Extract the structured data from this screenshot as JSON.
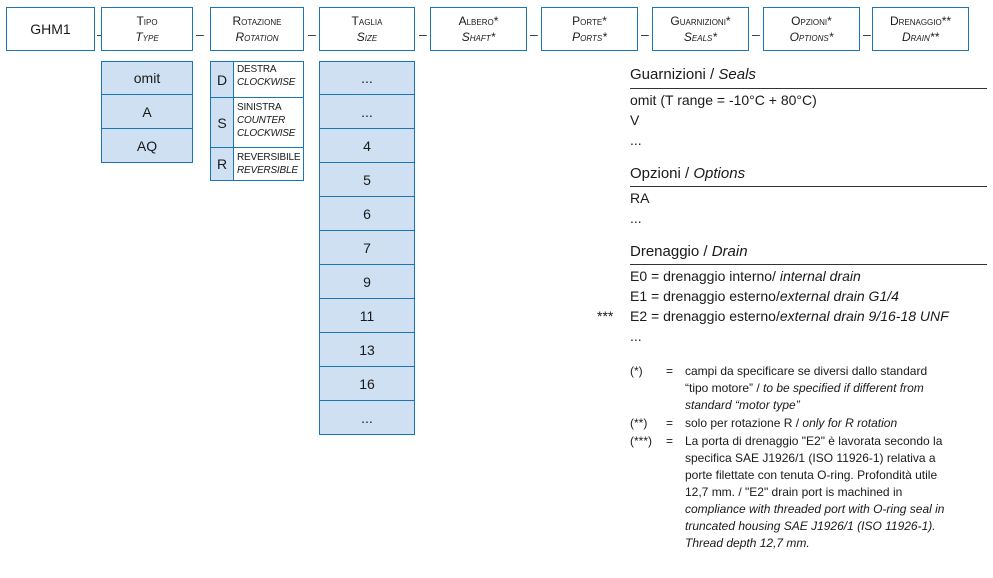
{
  "header_boxes": [
    {
      "code": "GHM1"
    },
    {
      "it_line1": "Tipo",
      "it_line2": "Type"
    },
    {
      "it_line1": "Rotazione",
      "it_line2": "Rotation"
    },
    {
      "it_line1": "Taglia",
      "it_line2": "Size"
    },
    {
      "it_line1": "Albero*",
      "it_line2": "Shaft*"
    },
    {
      "it_line1": "Porte*",
      "it_line2": "Ports*"
    },
    {
      "it_line1": "Guarnizioni*",
      "it_line2": "Seals*"
    },
    {
      "it_line1": "Opzioni*",
      "it_line2": "Options*"
    },
    {
      "it_line1": "Drenaggio**",
      "it_line2": "Drain**"
    }
  ],
  "separator": "–",
  "tipo_options": [
    "omit",
    "A",
    "AQ"
  ],
  "rotation_options": [
    {
      "letter": "D",
      "lines": [
        "DESTRA",
        "CLOCKWISE"
      ]
    },
    {
      "letter": "S",
      "lines": [
        "SINISTRA",
        "COUNTER",
        "CLOCKWISE"
      ]
    },
    {
      "letter": "R",
      "lines": [
        "REVERSIBILE",
        "REVERSIBLE"
      ]
    }
  ],
  "size_options": [
    "...",
    "...",
    "4",
    "5",
    "6",
    "7",
    "9",
    "11",
    "13",
    "16",
    "..."
  ],
  "seals": {
    "title": "Guarnizioni / ",
    "title_it": "Seals",
    "items": [
      "omit (T range = -10°C + 80°C)",
      "V",
      "..."
    ]
  },
  "options": {
    "title": "Opzioni / ",
    "title_it": "Options",
    "items": [
      "RA",
      "..."
    ]
  },
  "drain": {
    "title": "Drenaggio / ",
    "title_it": "Drain",
    "items": [
      {
        "prefix": "",
        "code": "E0 = drenaggio interno/ ",
        "en": "internal drain"
      },
      {
        "prefix": "",
        "code": "E1 = drenaggio esterno/",
        "en": "external drain G1/4"
      },
      {
        "prefix": "***",
        "code": "E2 = drenaggio esterno/",
        "en": "external drain 9/16-18 UNF"
      },
      {
        "prefix": "",
        "code": "...",
        "en": ""
      }
    ]
  },
  "notes": [
    {
      "mark": "(*)",
      "eq": "=",
      "lines": [
        {
          "text": "campi da specificare se diversi dallo standard",
          "it": false
        },
        {
          "text": "“tipo motore” / ",
          "it": false,
          "tail": "to be specified if different from"
        },
        {
          "text": "standard “motor type”",
          "it": true
        }
      ]
    },
    {
      "mark": "(**)",
      "eq": "=",
      "lines": [
        {
          "text": "solo per rotazione R / ",
          "it": false,
          "tail": "only for R rotation"
        }
      ]
    },
    {
      "mark": "(***)",
      "eq": "=",
      "lines": [
        {
          "text": "La porta di drenaggio \"E2\" è lavorata secondo la",
          "it": false
        },
        {
          "text": "specifica SAE J1926/1 (ISO 11926-1) relativa a",
          "it": false
        },
        {
          "text": "porte filettate con tenuta O-ring. Profondità utile",
          "it": false
        },
        {
          "text": "12,7 mm. / \"E2\" drain port is machined in",
          "it": false,
          "mixed": true
        },
        {
          "text": "compliance with threaded port with O-ring seal in",
          "it": true
        },
        {
          "text": "truncated housing SAE J1926/1 (ISO 11926-1).",
          "it": true
        },
        {
          "text": "Thread depth 12,7 mm.",
          "it": true
        }
      ]
    }
  ]
}
